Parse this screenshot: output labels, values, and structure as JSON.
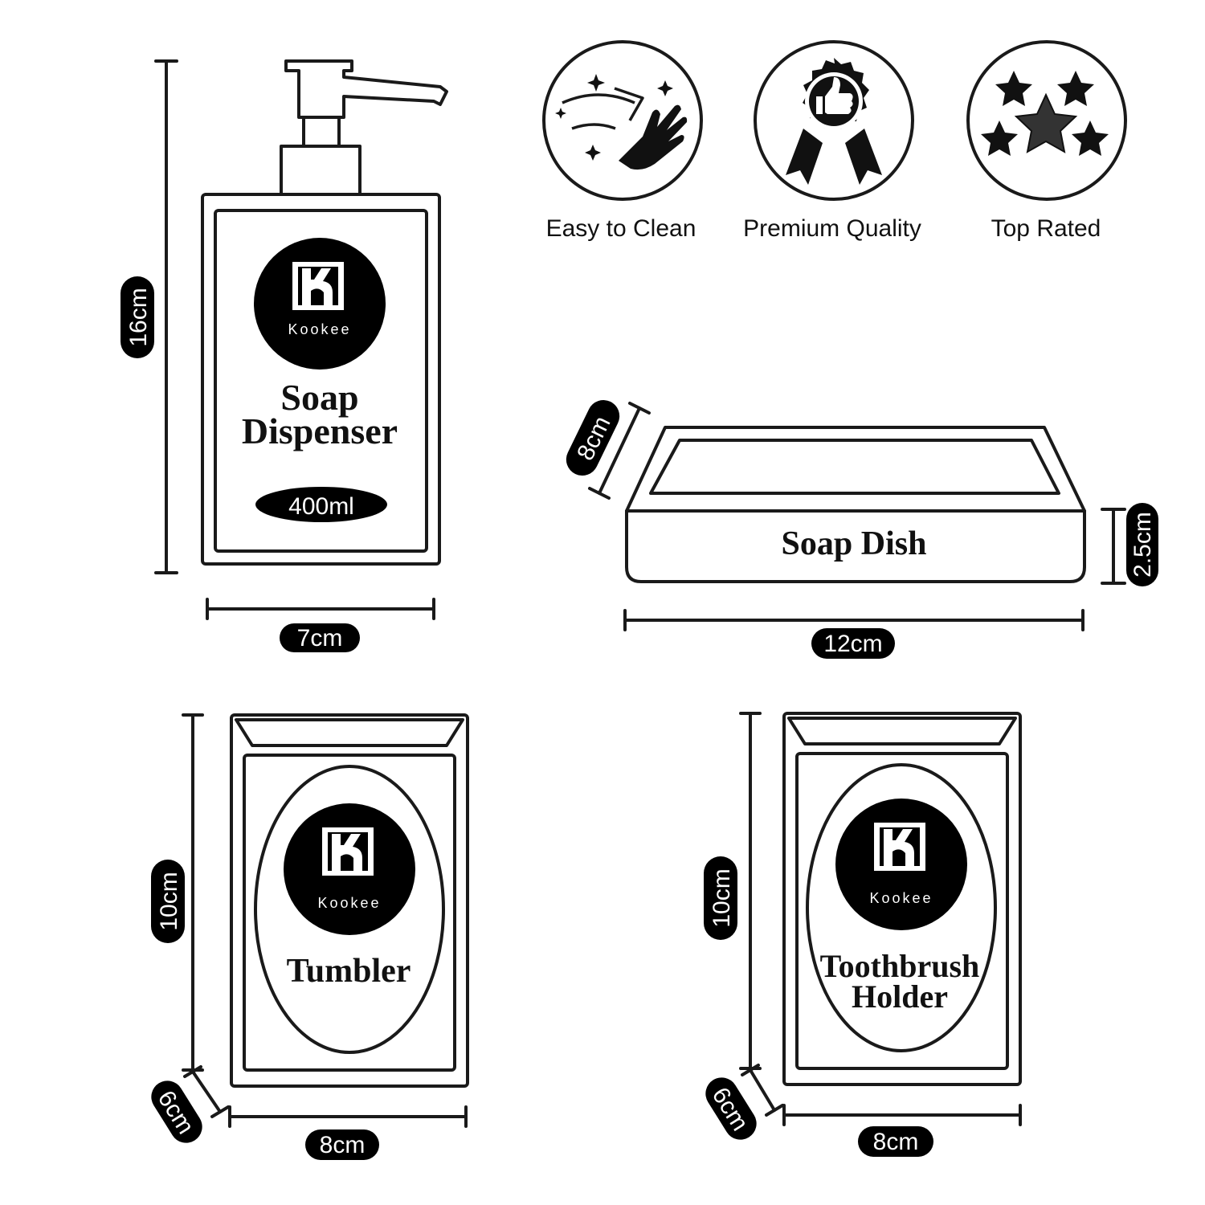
{
  "features": [
    {
      "label": "Easy to Clean",
      "icon": "hand-clean-icon"
    },
    {
      "label": "Premium Quality",
      "icon": "thumbs-up-ribbon-icon"
    },
    {
      "label": "Top Rated",
      "icon": "stars-icon"
    }
  ],
  "brand": {
    "name": "Kookee",
    "mark": "K"
  },
  "products": {
    "soap_dispenser": {
      "name_line1": "Soap",
      "name_line2": "Dispenser",
      "capacity": "400ml",
      "height": "16cm",
      "width": "7cm"
    },
    "soap_dish": {
      "name": "Soap Dish",
      "depth": "8cm",
      "height": "2.5cm",
      "width": "12cm"
    },
    "tumbler": {
      "name": "Tumbler",
      "height": "10cm",
      "depth": "6cm",
      "width": "8cm"
    },
    "toothbrush_holder": {
      "name_line1": "Toothbrush",
      "name_line2": "Holder",
      "height": "10cm",
      "depth": "6cm",
      "width": "8cm"
    }
  }
}
